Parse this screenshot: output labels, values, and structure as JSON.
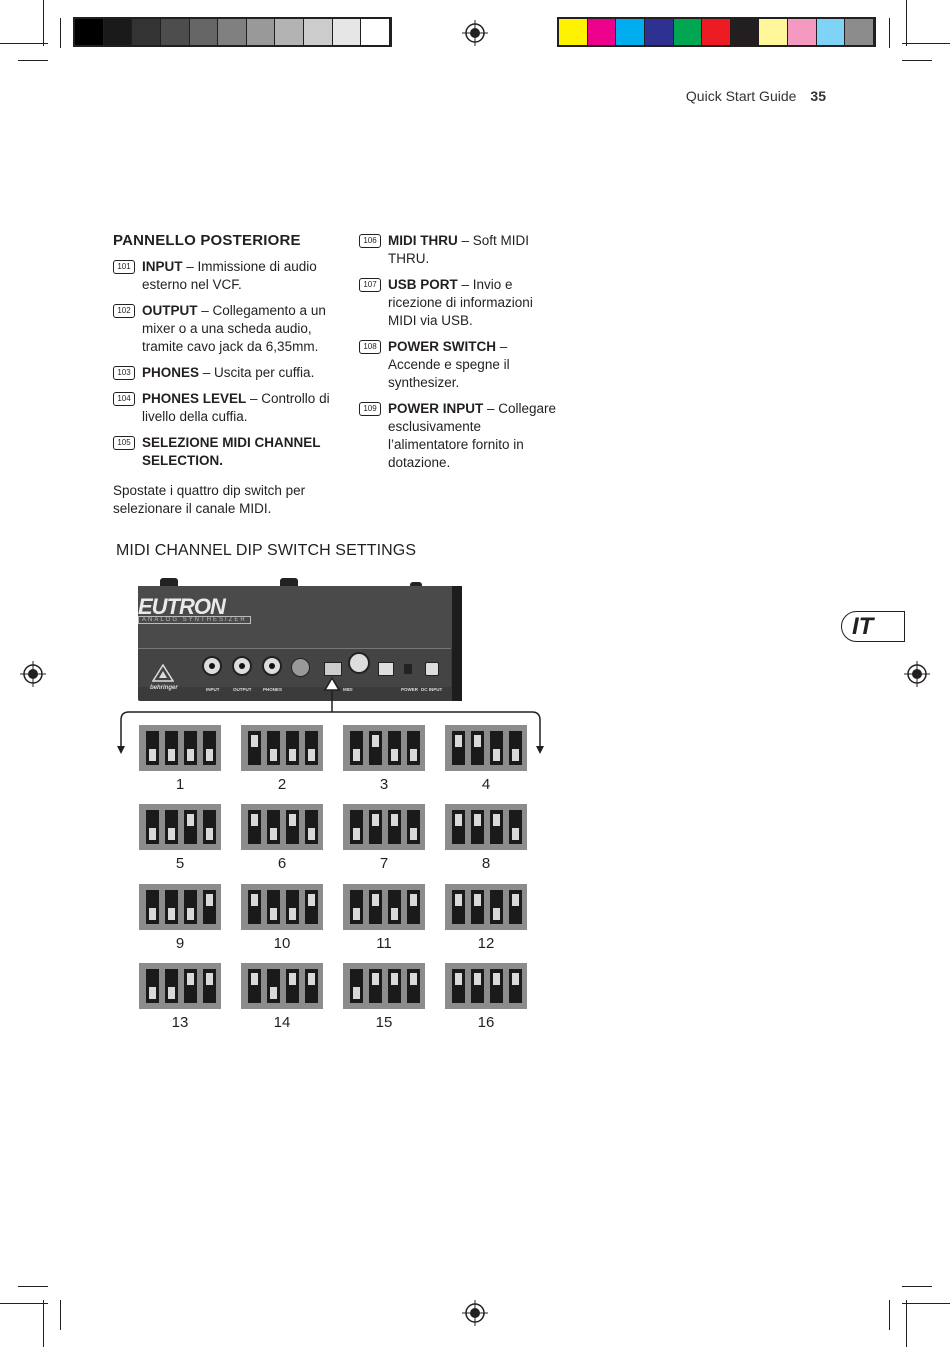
{
  "header": {
    "title": "Quick Start Guide",
    "page_number": "35"
  },
  "left_column": {
    "heading": "PANNELLO POSTERIORE",
    "items": [
      {
        "num": "101",
        "term": "INPUT",
        "text": " – Immissione di audio esterno nel VCF."
      },
      {
        "num": "102",
        "term": "OUTPUT",
        "text": " – Collegamento a un mixer o a una scheda audio, tramite cavo jack da 6,35mm."
      },
      {
        "num": "103",
        "term": "PHONES",
        "text": " – Uscita per cuffia."
      },
      {
        "num": "104",
        "term": "PHONES LEVEL",
        "text": " – Controllo di livello della cuffia."
      },
      {
        "num": "105",
        "term": "SELEZIONE MIDI CHANNEL SELECTION.",
        "text": ""
      }
    ],
    "note": "Spostate i quattro dip switch per selezionare il canale MIDI."
  },
  "right_column": {
    "items": [
      {
        "num": "106",
        "term": "MIDI THRU",
        "text": " – Soft MIDI THRU."
      },
      {
        "num": "107",
        "term": "USB PORT",
        "text": " – Invio e ricezione di informazioni MIDI via USB."
      },
      {
        "num": "108",
        "term": "POWER SWITCH",
        "text": " – Accende e spegne il synthesizer."
      },
      {
        "num": "109",
        "term": "POWER INPUT",
        "text": " – Collegare esclusivamente l’alimentatore fornito in dotazione."
      }
    ]
  },
  "section_title": "MIDI CHANNEL DIP SWITCH SETTINGS",
  "language_tab": "IT",
  "device": {
    "logo": "EUTRON",
    "logo_sub": "ANALOG SYNTHESIZER",
    "brand": "behringer",
    "labels": [
      "INPUT",
      "OUTPUT",
      "PHONES",
      "MIDI",
      "POWER",
      "DC INPUT"
    ]
  },
  "dip_settings": [
    {
      "channel": "1",
      "switches": [
        0,
        0,
        0,
        0
      ]
    },
    {
      "channel": "2",
      "switches": [
        1,
        0,
        0,
        0
      ]
    },
    {
      "channel": "3",
      "switches": [
        0,
        1,
        0,
        0
      ]
    },
    {
      "channel": "4",
      "switches": [
        1,
        1,
        0,
        0
      ]
    },
    {
      "channel": "5",
      "switches": [
        0,
        0,
        1,
        0
      ]
    },
    {
      "channel": "6",
      "switches": [
        1,
        0,
        1,
        0
      ]
    },
    {
      "channel": "7",
      "switches": [
        0,
        1,
        1,
        0
      ]
    },
    {
      "channel": "8",
      "switches": [
        1,
        1,
        1,
        0
      ]
    },
    {
      "channel": "9",
      "switches": [
        0,
        0,
        0,
        1
      ]
    },
    {
      "channel": "10",
      "switches": [
        1,
        0,
        0,
        1
      ]
    },
    {
      "channel": "11",
      "switches": [
        0,
        1,
        0,
        1
      ]
    },
    {
      "channel": "12",
      "switches": [
        1,
        1,
        0,
        1
      ]
    },
    {
      "channel": "13",
      "switches": [
        0,
        0,
        1,
        1
      ]
    },
    {
      "channel": "14",
      "switches": [
        1,
        0,
        1,
        1
      ]
    },
    {
      "channel": "15",
      "switches": [
        0,
        1,
        1,
        1
      ]
    },
    {
      "channel": "16",
      "switches": [
        1,
        1,
        1,
        1
      ]
    }
  ],
  "print_marks": {
    "gray_bar": [
      "#000000",
      "#1a1a1a",
      "#333333",
      "#4d4d4d",
      "#666666",
      "#808080",
      "#999999",
      "#b3b3b3",
      "#cccccc",
      "#e6e6e6",
      "#ffffff"
    ],
    "color_bar": [
      "#fff200",
      "#ec008c",
      "#00aeef",
      "#2e3192",
      "#00a651",
      "#ed1c24",
      "#231f20",
      "#fff799",
      "#f49ac1",
      "#7fd3f7",
      "#8c8c8c"
    ]
  }
}
